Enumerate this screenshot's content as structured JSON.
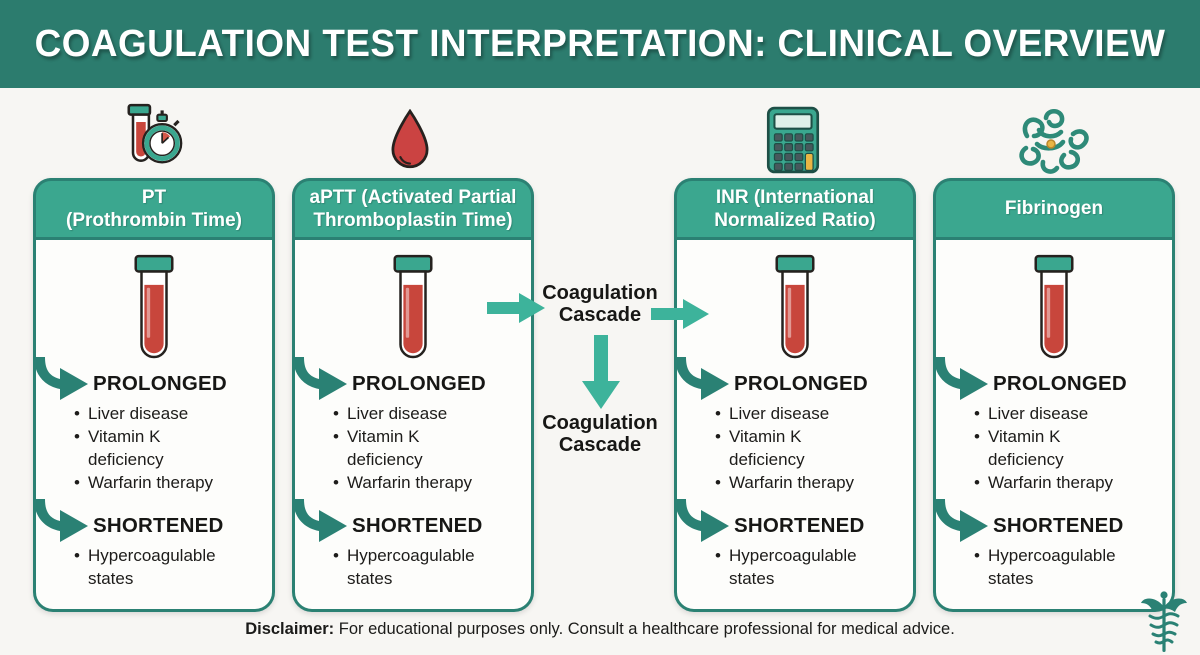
{
  "header": {
    "title": "COAGULATION TEST INTERPRETATION: CLINICAL OVERVIEW"
  },
  "columns": [
    {
      "id": "pt",
      "icon": "tube-stopwatch-icon",
      "title": "PT\n(Prothrombin Time)",
      "sections": [
        {
          "heading": "PROLONGED",
          "items": [
            "Liver disease",
            "Vitamin K deficiency",
            "Warfarin therapy"
          ]
        },
        {
          "heading": "SHORTENED",
          "items": [
            "Hypercoagulable states"
          ]
        }
      ]
    },
    {
      "id": "aptt",
      "icon": "blood-drop-icon",
      "title": "aPTT (Activated Partial\nThromboplastin Time)",
      "sections": [
        {
          "heading": "PROLONGED",
          "items": [
            "Liver disease",
            "Vitamin K deficiency",
            "Warfarin therapy"
          ]
        },
        {
          "heading": "SHORTENED",
          "items": [
            "Hypercoagulable states"
          ]
        }
      ]
    },
    {
      "id": "inr",
      "icon": "calculator-icon",
      "title": "INR (International\nNormalized Ratio)",
      "sections": [
        {
          "heading": "PROLONGED",
          "items": [
            "Liver disease",
            "Vitamin K deficiency",
            "Warfarin therapy"
          ]
        },
        {
          "heading": "SHORTENED",
          "items": [
            "Hypercoagulable states"
          ]
        }
      ]
    },
    {
      "id": "fibrinogen",
      "icon": "protein-molecule-icon",
      "title": "Fibrinogen",
      "sections": [
        {
          "heading": "PROLONGED",
          "items": [
            "Liver disease",
            "Vitamin K deficiency",
            "Warfarin therapy"
          ]
        },
        {
          "heading": "SHORTENED",
          "items": [
            "Hypercoagulable states"
          ]
        }
      ]
    }
  ],
  "cascade": {
    "label_top": "Coagulation\nCascade",
    "label_bottom": "Coagulation\nCascade"
  },
  "footer": {
    "disclaimer_label": "Disclaimer:",
    "disclaimer_text": " For educational purposes only. Consult a healthcare professional for medical advice."
  },
  "colors": {
    "header_bg": "#2c7c6e",
    "card_border": "#2b8173",
    "card_header_bg": "#3ba78f",
    "straight_arrow": "#3db39b",
    "curved_arrow": "#2a8174",
    "blood_red": "#c8463c",
    "accent_yellow": "#e9b544",
    "background": "#f7f6f3",
    "text": "#1d1c1a"
  }
}
